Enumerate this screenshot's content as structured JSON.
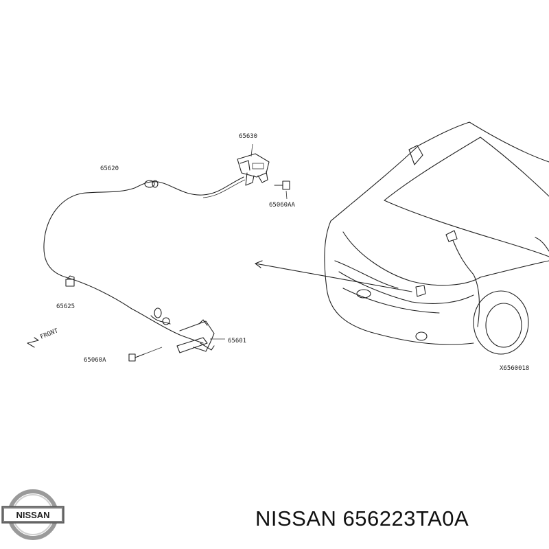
{
  "parts": {
    "hood_lock": "65630",
    "release_cable": "65620",
    "lock_bolt": "65060AA",
    "cable_clip": "65625",
    "release_handle": "65601",
    "handle_bolt": "65060A"
  },
  "direction_label": "FRONT",
  "figure_code": "X6560018",
  "brand": "NISSAN",
  "caption": "NISSAN 656223TA0A"
}
